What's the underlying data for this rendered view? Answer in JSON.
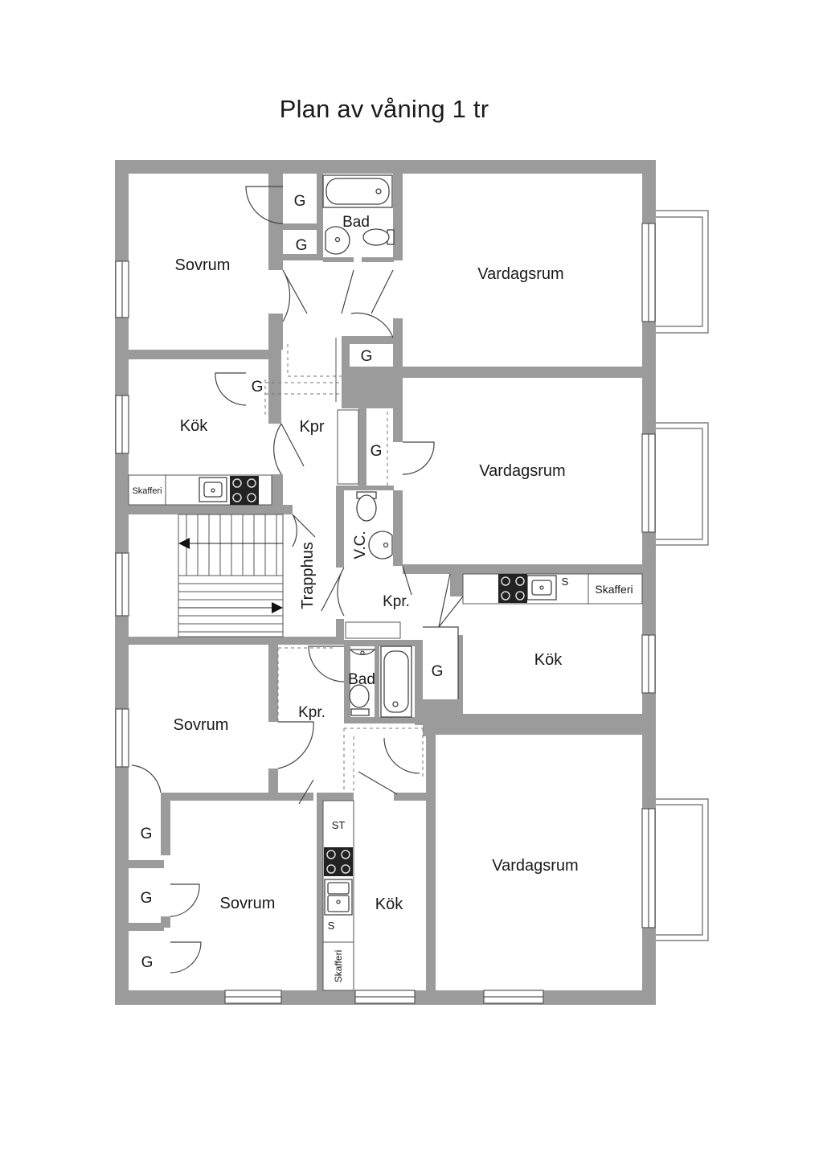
{
  "title": "Plan av våning 1 tr",
  "rooms": {
    "sovrum_top": "Sovrum",
    "g1": "G",
    "g2": "G",
    "bad_top": "Bad",
    "vardagsrum_top": "Vardagsrum",
    "g_hall": "G",
    "g_kok_top": "G",
    "kok_top": "Kök",
    "kpr_top": "Kpr",
    "g_mid": "G",
    "vardagsrum_mid": "Vardagsrum",
    "skafferi_top": "Skafferi",
    "trapphus": "Trapphus",
    "vc": "V.C.",
    "kpr_mid": "Kpr.",
    "s_right": "S",
    "skafferi_right": "Skafferi",
    "kok_right": "Kök",
    "bad_mid": "Bad",
    "g_right": "G",
    "sovrum_mid": "Sovrum",
    "kpr_low": "Kpr.",
    "g_low1": "G",
    "g_low2": "G",
    "g_low3": "G",
    "sovrum_low": "Sovrum",
    "st": "ST",
    "s_low": "S",
    "kok_low": "Kök",
    "skafferi_low": "Skafferi",
    "vardagsrum_low": "Vardagsrum"
  }
}
